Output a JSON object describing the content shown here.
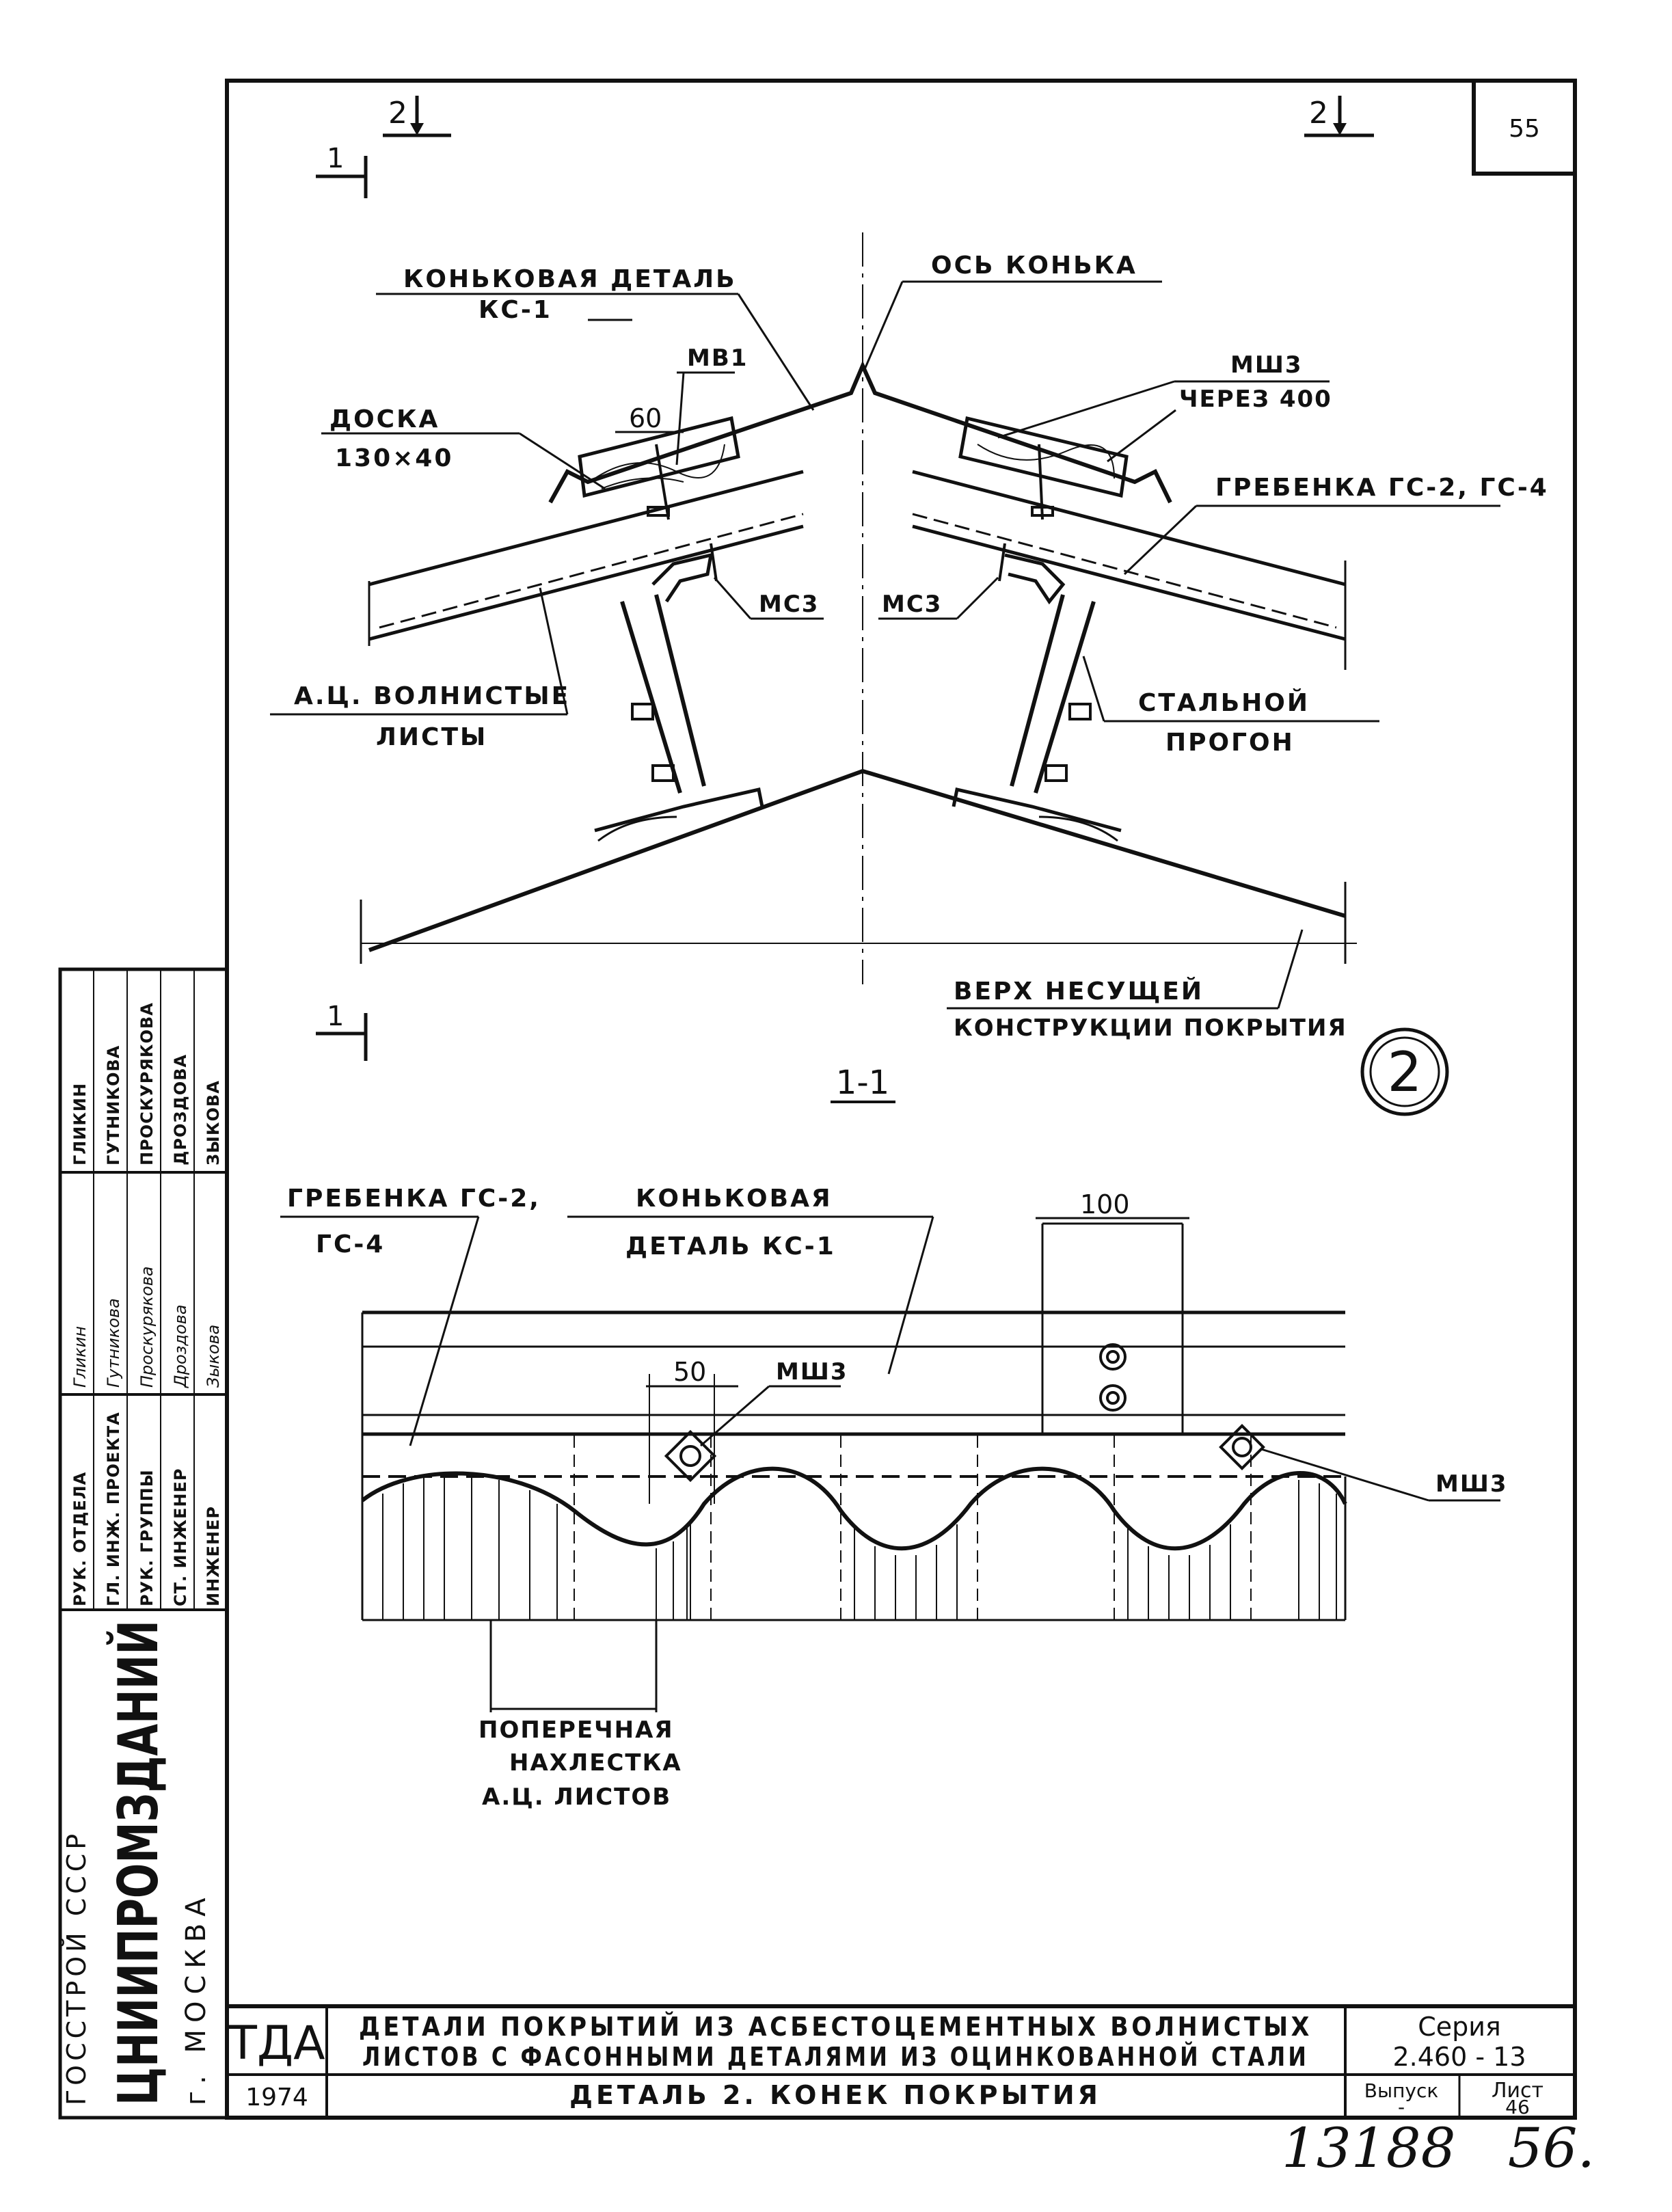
{
  "sheet_corner_number": "55",
  "section_mark": "2",
  "section_cut_mark": "1",
  "labels": {
    "ridge_detail_line1": "КОНЬКОВАЯ ДЕТАЛЬ",
    "ridge_detail_line2": "КС-1",
    "ridge_axis": "ОСЬ КОНЬКА",
    "mb1": "МВ1",
    "msh3_top_line1": "МШ3",
    "msh3_top_line2": "ЧЕРЕЗ 400",
    "board_line1": "ДОСКА",
    "board_line2": "130×40",
    "dim_60": "60",
    "comb_top": "ГРЕБЕНКА ГС-2, ГС-4",
    "mc3_left": "МС3",
    "mc3_right": "МС3",
    "sheets_line1": "А.Ц. ВОЛНИСТЫЕ",
    "sheets_line2": "ЛИСТЫ",
    "purlin_line1": "СТАЛЬНОЙ",
    "purlin_line2": "ПРОГОН",
    "top_structure_line1": "ВЕРХ НЕСУЩЕЙ",
    "top_structure_line2": "КОНСТРУКЦИИ ПОКРЫТИЯ",
    "detail_number": "2",
    "section_title": "1-1",
    "comb_bottom_line1": "ГРЕБЕНКА ГС-2,",
    "comb_bottom_line2": "ГС-4",
    "ridge_bottom_line1": "КОНЬКОВАЯ",
    "ridge_bottom_line2": "ДЕТАЛЬ КС-1",
    "dim_100": "100",
    "dim_50": "50",
    "msh3_a": "МШ3",
    "msh3_b": "МШ3",
    "overlap_line1": "ПОПЕРЕЧНАЯ",
    "overlap_line2": "НАХЛЕСТКА",
    "overlap_line3": "А.Ц. ЛИСТОВ"
  },
  "side_stamp": {
    "org_line1": "ГОССТРОЙ   СССР",
    "org_line2": "ЦНИИПРОМЗДАНИЙ",
    "org_line3": "г. МОСКВА",
    "roles": [
      "РУК. ОТДЕЛА",
      "ГЛ. ИНЖ. ПРОЕКТА",
      "РУК. ГРУППЫ",
      "СТ. ИНЖЕНЕР",
      "ИНЖЕНЕР"
    ],
    "signatures": [
      "Гликин",
      "Гутникова",
      "Проскурякова",
      "Дроздова",
      "Зыкова"
    ],
    "names": [
      "ГЛИКИН",
      "ГУТНИКОВА",
      "ПРОСКУРЯКОВА",
      "ДРОЗДОВА",
      "ЗЫКОВА"
    ]
  },
  "title_block": {
    "logo": "ТДА",
    "year": "1974",
    "title_line1": "ДЕТАЛИ ПОКРЫТИЙ ИЗ АСБЕСТОЦЕМЕНТНЫХ ВОЛНИСТЫХ",
    "title_line2": "ЛИСТОВ С ФАСОННЫМИ ДЕТАЛЯМИ ИЗ ОЦИНКОВАННОЙ СТАЛИ",
    "series_label": "Серия",
    "series_value": "2.460 - 13",
    "detail_title": "ДЕТАЛЬ 2.  КОНЕК ПОКРЫТИЯ",
    "issue_label": "Выпуск",
    "issue_value": "-",
    "sheet_label": "Лист",
    "sheet_value": "46"
  },
  "handwritten_footer": "13188   56."
}
